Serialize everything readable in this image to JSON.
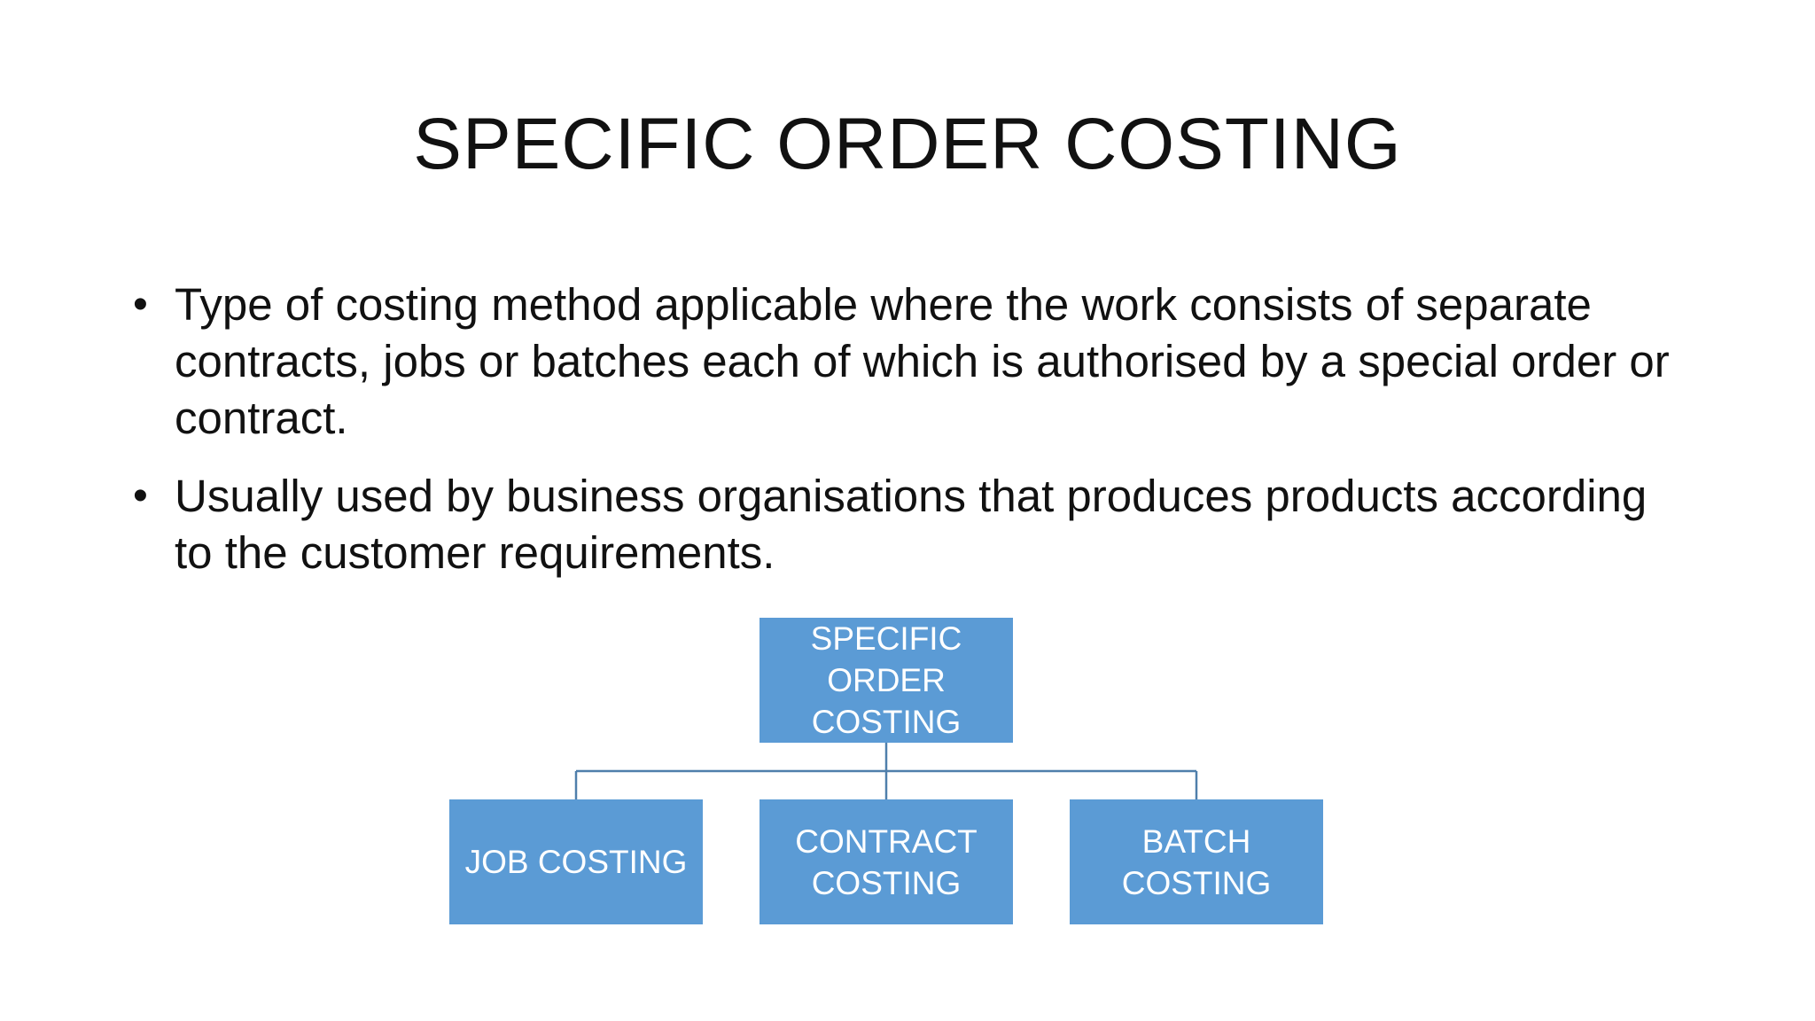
{
  "slide": {
    "title": "SPECIFIC ORDER COSTING",
    "bullets": [
      "Type of costing method applicable where the work consists of separate contracts, jobs or batches each of which is authorised by a special order or contract.",
      "Usually used by business organisations that produces products according to the customer requirements."
    ],
    "bullet_glyph": "•"
  },
  "diagram": {
    "root": "SPECIFIC ORDER\nCOSTING",
    "children": [
      "JOB COSTING",
      "CONTRACT\nCOSTING",
      "BATCH COSTING"
    ],
    "box_color": "#5b9bd5",
    "line_color": "#4f7fab"
  }
}
